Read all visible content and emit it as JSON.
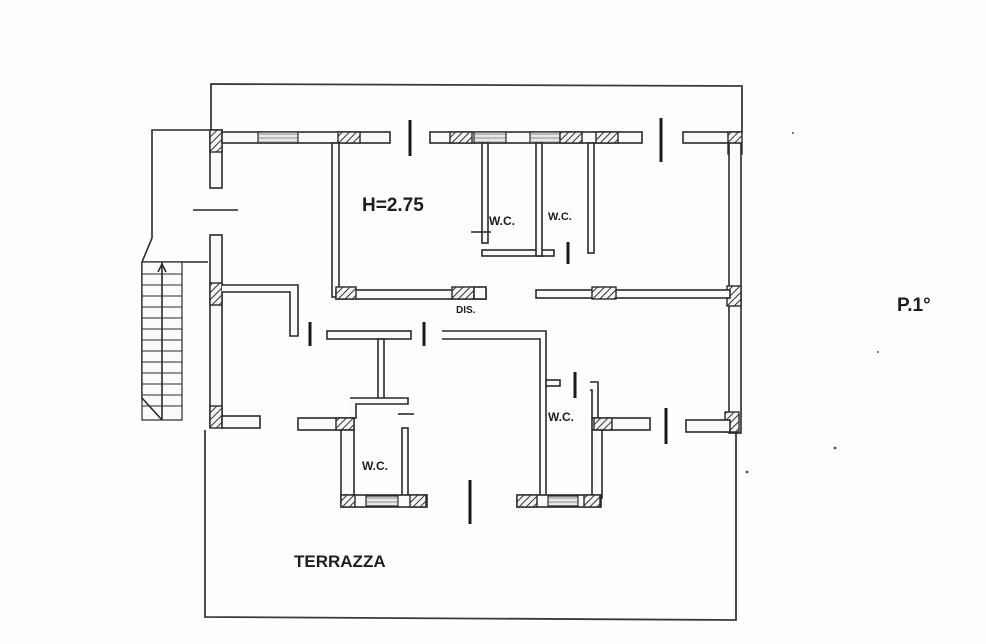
{
  "floor_plan": {
    "floor_label": "P.1°",
    "ceiling_height": "H=2.75",
    "terrace_label": "TERRAZZA",
    "hall_label": "DIS.",
    "bathrooms": [
      {
        "label": "W.C.",
        "location": "top-center-left"
      },
      {
        "label": "W.C.",
        "location": "top-center-right"
      },
      {
        "label": "W.C.",
        "location": "bottom-left"
      },
      {
        "label": "W.C.",
        "location": "bottom-right"
      }
    ]
  },
  "colors": {
    "ink": "#2a2a2a",
    "paper": "#fdfdfd"
  }
}
